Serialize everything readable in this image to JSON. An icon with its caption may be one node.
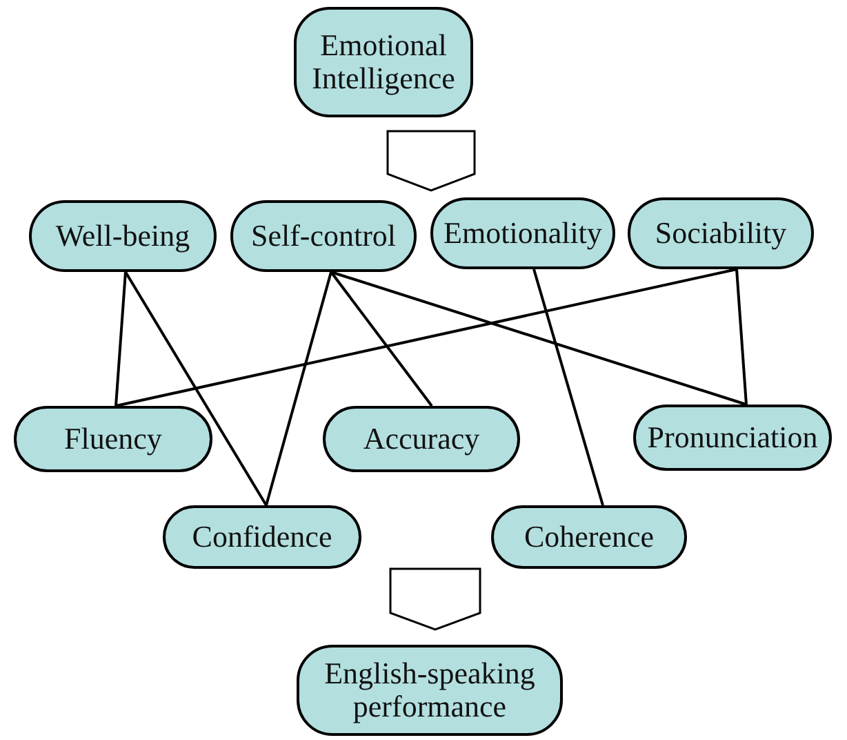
{
  "diagram": {
    "nodes": [
      {
        "text": [
          "Emotional Intelligence"
        ]
      },
      {
        "text": [
          "Well-being"
        ]
      },
      {
        "text": [
          "Self-control"
        ]
      },
      {
        "text": [
          "Emotionality"
        ]
      },
      {
        "text": [
          "Sociability"
        ]
      },
      {
        "text": [
          "Fluency"
        ]
      },
      {
        "text": [
          "Accuracy"
        ]
      },
      {
        "text": [
          "Pronunciation"
        ]
      },
      {
        "text": [
          "Confidence"
        ]
      },
      {
        "text": [
          "Coherence"
        ]
      },
      {
        "text": [
          "English-speaking performance"
        ]
      }
    ],
    "edges": [
      {
        "from": 0,
        "to": null,
        "arrow": "to"
      },
      {
        "from": 1,
        "to": 5,
        "arrow": "none"
      },
      {
        "from": 1,
        "to": 8,
        "arrow": "none"
      },
      {
        "from": 2,
        "to": 8,
        "arrow": "none"
      },
      {
        "from": 2,
        "to": 6,
        "arrow": "none"
      },
      {
        "from": 2,
        "to": 7,
        "arrow": "none"
      },
      {
        "from": 3,
        "to": 9,
        "arrow": "none"
      },
      {
        "from": 4,
        "to": 5,
        "arrow": "none"
      },
      {
        "from": 4,
        "to": 7,
        "arrow": "none"
      },
      {
        "from": null,
        "to": 10,
        "arrow": "to"
      }
    ]
  }
}
